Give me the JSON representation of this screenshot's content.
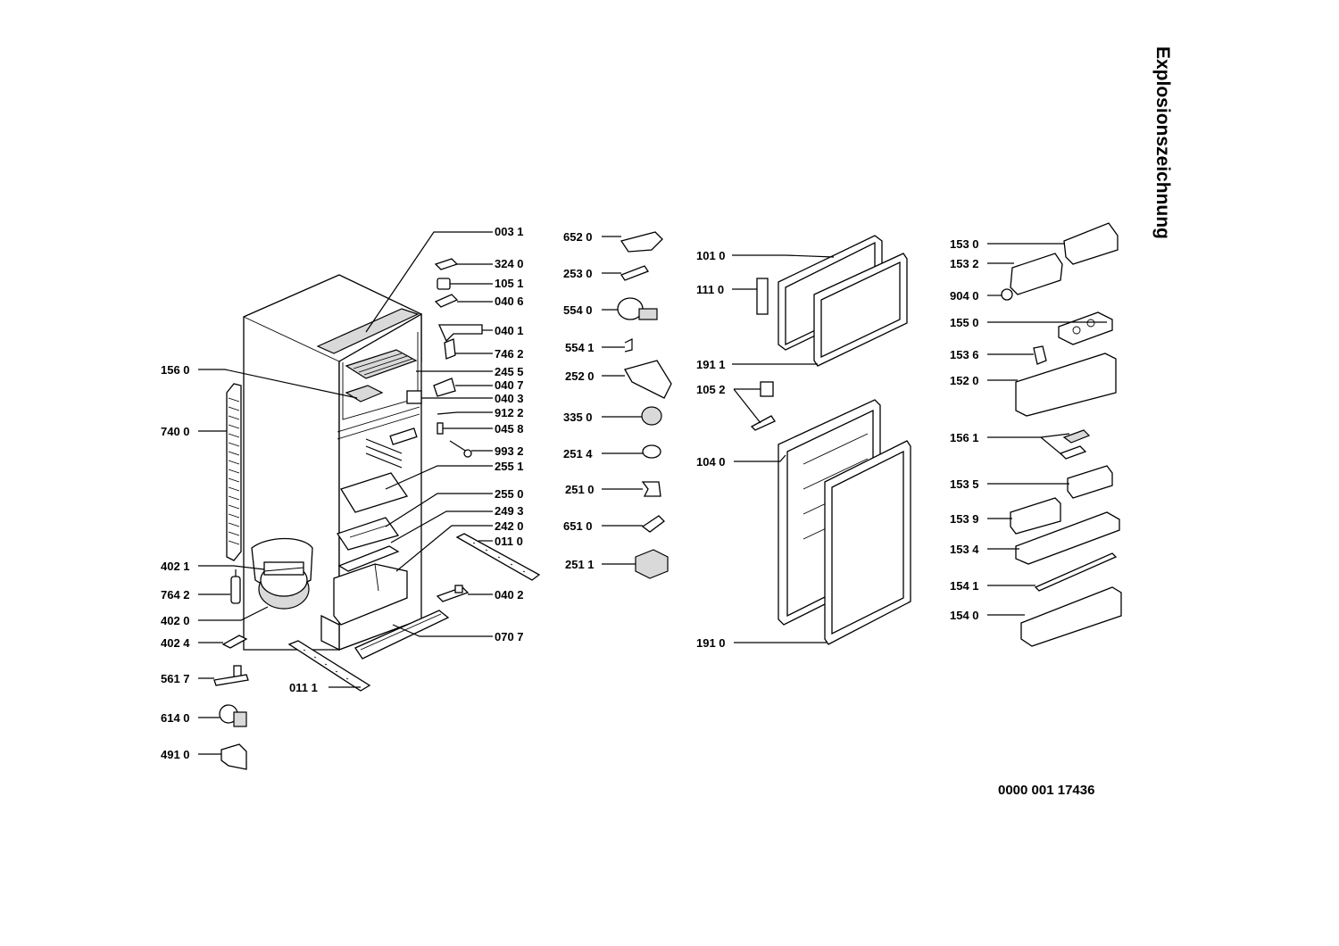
{
  "title": "Explosionszeichnung",
  "document_number": "0000  001 17436",
  "labels": [
    {
      "id": "p0031",
      "text": "003 1"
    },
    {
      "id": "p3240",
      "text": "324 0"
    },
    {
      "id": "p1051",
      "text": "105 1"
    },
    {
      "id": "p0406",
      "text": "040 6"
    },
    {
      "id": "p0401",
      "text": "040 1"
    },
    {
      "id": "p7462",
      "text": "746 2"
    },
    {
      "id": "p1560",
      "text": "156 0"
    },
    {
      "id": "p2455",
      "text": "245 5"
    },
    {
      "id": "p0407",
      "text": "040 7"
    },
    {
      "id": "p0403",
      "text": "040 3"
    },
    {
      "id": "p9122",
      "text": "912 2"
    },
    {
      "id": "p7400",
      "text": "740 0"
    },
    {
      "id": "p0458",
      "text": "045 8"
    },
    {
      "id": "p9932",
      "text": "993 2"
    },
    {
      "id": "p2551",
      "text": "255 1"
    },
    {
      "id": "p2550",
      "text": "255 0"
    },
    {
      "id": "p2493",
      "text": "249 3"
    },
    {
      "id": "p2420",
      "text": "242 0"
    },
    {
      "id": "p0110",
      "text": "011 0"
    },
    {
      "id": "p4021",
      "text": "402 1"
    },
    {
      "id": "p7642",
      "text": "764 2"
    },
    {
      "id": "p0402",
      "text": "040 2"
    },
    {
      "id": "p4020",
      "text": "402 0"
    },
    {
      "id": "p0707",
      "text": "070 7"
    },
    {
      "id": "p4024",
      "text": "402 4"
    },
    {
      "id": "p5617",
      "text": "561 7"
    },
    {
      "id": "p0111",
      "text": "011 1"
    },
    {
      "id": "p6140",
      "text": "614 0"
    },
    {
      "id": "p4910",
      "text": "491 0"
    },
    {
      "id": "p6520",
      "text": "652 0"
    },
    {
      "id": "p2530",
      "text": "253 0"
    },
    {
      "id": "p5540",
      "text": "554 0"
    },
    {
      "id": "p5541",
      "text": "554 1"
    },
    {
      "id": "p2520",
      "text": "252 0"
    },
    {
      "id": "p3350",
      "text": "335 0"
    },
    {
      "id": "p2514",
      "text": "251 4"
    },
    {
      "id": "p2510",
      "text": "251 0"
    },
    {
      "id": "p6510",
      "text": "651 0"
    },
    {
      "id": "p2511",
      "text": "251 1"
    },
    {
      "id": "p1010",
      "text": "101 0"
    },
    {
      "id": "p1110",
      "text": "111 0"
    },
    {
      "id": "p1911",
      "text": "191 1"
    },
    {
      "id": "p1052",
      "text": "105 2"
    },
    {
      "id": "p1040",
      "text": "104 0"
    },
    {
      "id": "p1910",
      "text": "191 0"
    },
    {
      "id": "p1530",
      "text": "153 0"
    },
    {
      "id": "p1532",
      "text": "153 2"
    },
    {
      "id": "p9040",
      "text": "904 0"
    },
    {
      "id": "p1550",
      "text": "155 0"
    },
    {
      "id": "p1536",
      "text": "153 6"
    },
    {
      "id": "p1520",
      "text": "152 0"
    },
    {
      "id": "p1561",
      "text": "156 1"
    },
    {
      "id": "p1535",
      "text": "153 5"
    },
    {
      "id": "p1539",
      "text": "153 9"
    },
    {
      "id": "p1534",
      "text": "153 4"
    },
    {
      "id": "p1541",
      "text": "154 1"
    },
    {
      "id": "p1540",
      "text": "154 0"
    }
  ]
}
